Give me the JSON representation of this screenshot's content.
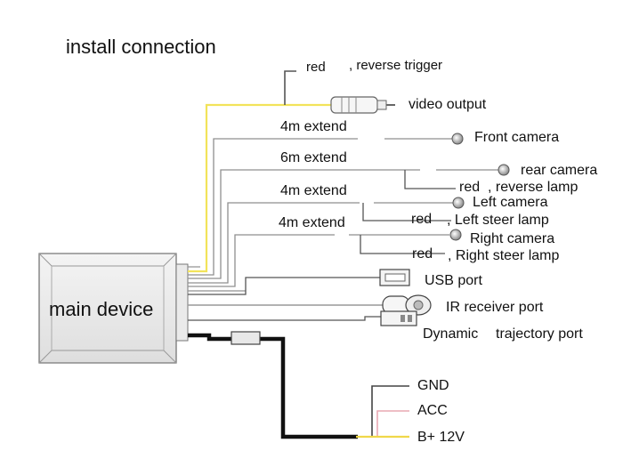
{
  "title": "install connection",
  "device": {
    "label": "main device"
  },
  "reverse_trigger": {
    "color": "red",
    "desc": ", reverse trigger"
  },
  "video_output": "video output",
  "extends": [
    "4m extend",
    "6m extend",
    "4m extend",
    "4m extend"
  ],
  "cameras": {
    "front": "Front camera",
    "rear": "rear camera",
    "left": "Left camera",
    "right": "Right camera"
  },
  "sub_wires": {
    "rear": {
      "color": "red",
      "desc": ", reverse lamp"
    },
    "left": {
      "color": "red",
      "desc": ", Left steer lamp"
    },
    "right": {
      "color": "red",
      "desc": ", Right steer lamp"
    }
  },
  "ports": {
    "usb": "USB port",
    "ir": "IR receiver port",
    "dynamic_a": "Dynamic",
    "dynamic_b": "trajectory port"
  },
  "power": {
    "gnd": "GND",
    "acc": "ACC",
    "bplus": "B+ 12V"
  },
  "colors": {
    "video_wire": "#f2e35a",
    "acc_wire": "#e9a8b2",
    "bplus_wire": "#f0d84a",
    "power_cable": "#111111",
    "wire": "#8f8f8f"
  }
}
